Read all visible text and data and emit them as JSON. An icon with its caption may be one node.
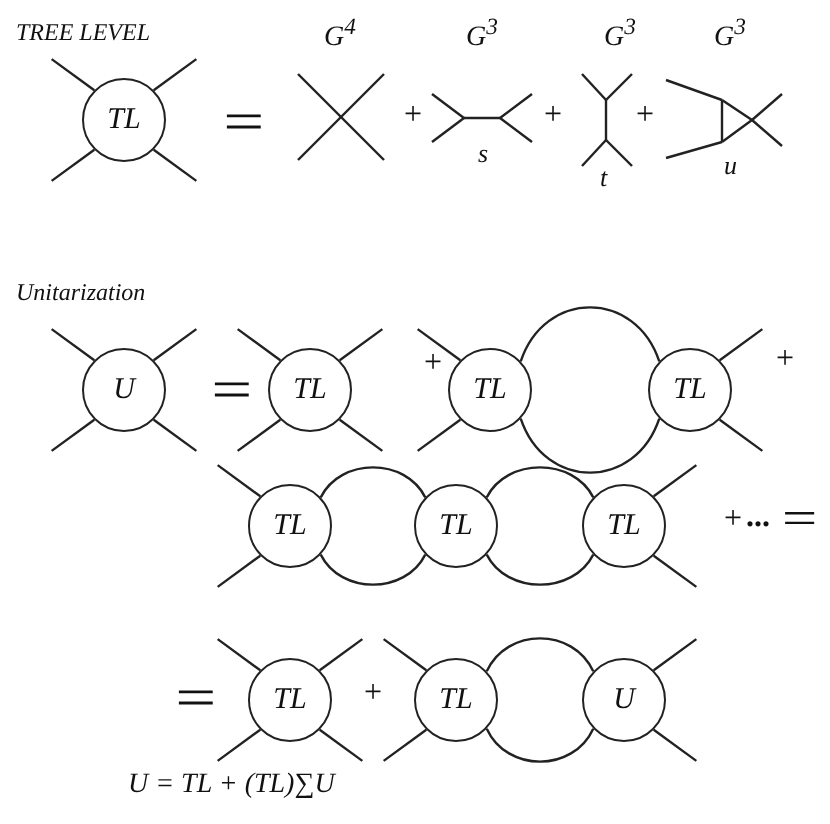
{
  "diagram": {
    "nodes": [
      {
        "text": [
          "TL"
        ]
      },
      {
        "text": [
          "U"
        ]
      },
      {
        "text": [
          "TL"
        ]
      },
      {
        "text": [
          "TL"
        ]
      },
      {
        "text": [
          "TL"
        ]
      },
      {
        "text": [
          "TL"
        ]
      },
      {
        "text": [
          "TL"
        ]
      },
      {
        "text": [
          "TL"
        ]
      },
      {
        "text": [
          "TL"
        ]
      },
      {
        "text": [
          "TL"
        ]
      },
      {
        "text": [
          "U"
        ]
      }
    ],
    "edges": [
      {
        "from": 3,
        "to": 4,
        "arrow": "none"
      },
      {
        "from": 3,
        "to": 4,
        "arrow": "none"
      },
      {
        "from": 5,
        "to": 6,
        "arrow": "none"
      },
      {
        "from": 5,
        "to": 6,
        "arrow": "none"
      },
      {
        "from": 6,
        "to": 7,
        "arrow": "none"
      },
      {
        "from": 6,
        "to": 7,
        "arrow": "none"
      },
      {
        "from": 9,
        "to": 10,
        "arrow": "none"
      },
      {
        "from": 9,
        "to": 10,
        "arrow": "none"
      }
    ],
    "labels": [
      "TREE LEVEL",
      "G$^{4}$",
      "G$^{3}$",
      "G$^{3}$",
      "G$^{3}$",
      "=",
      "+",
      "s",
      "+",
      "t",
      "+",
      "u",
      "Unitarization",
      "=",
      "+",
      "+",
      "+",
      "...",
      "=",
      "=",
      "+",
      "U = TL + (TL)∑U"
    ]
  }
}
